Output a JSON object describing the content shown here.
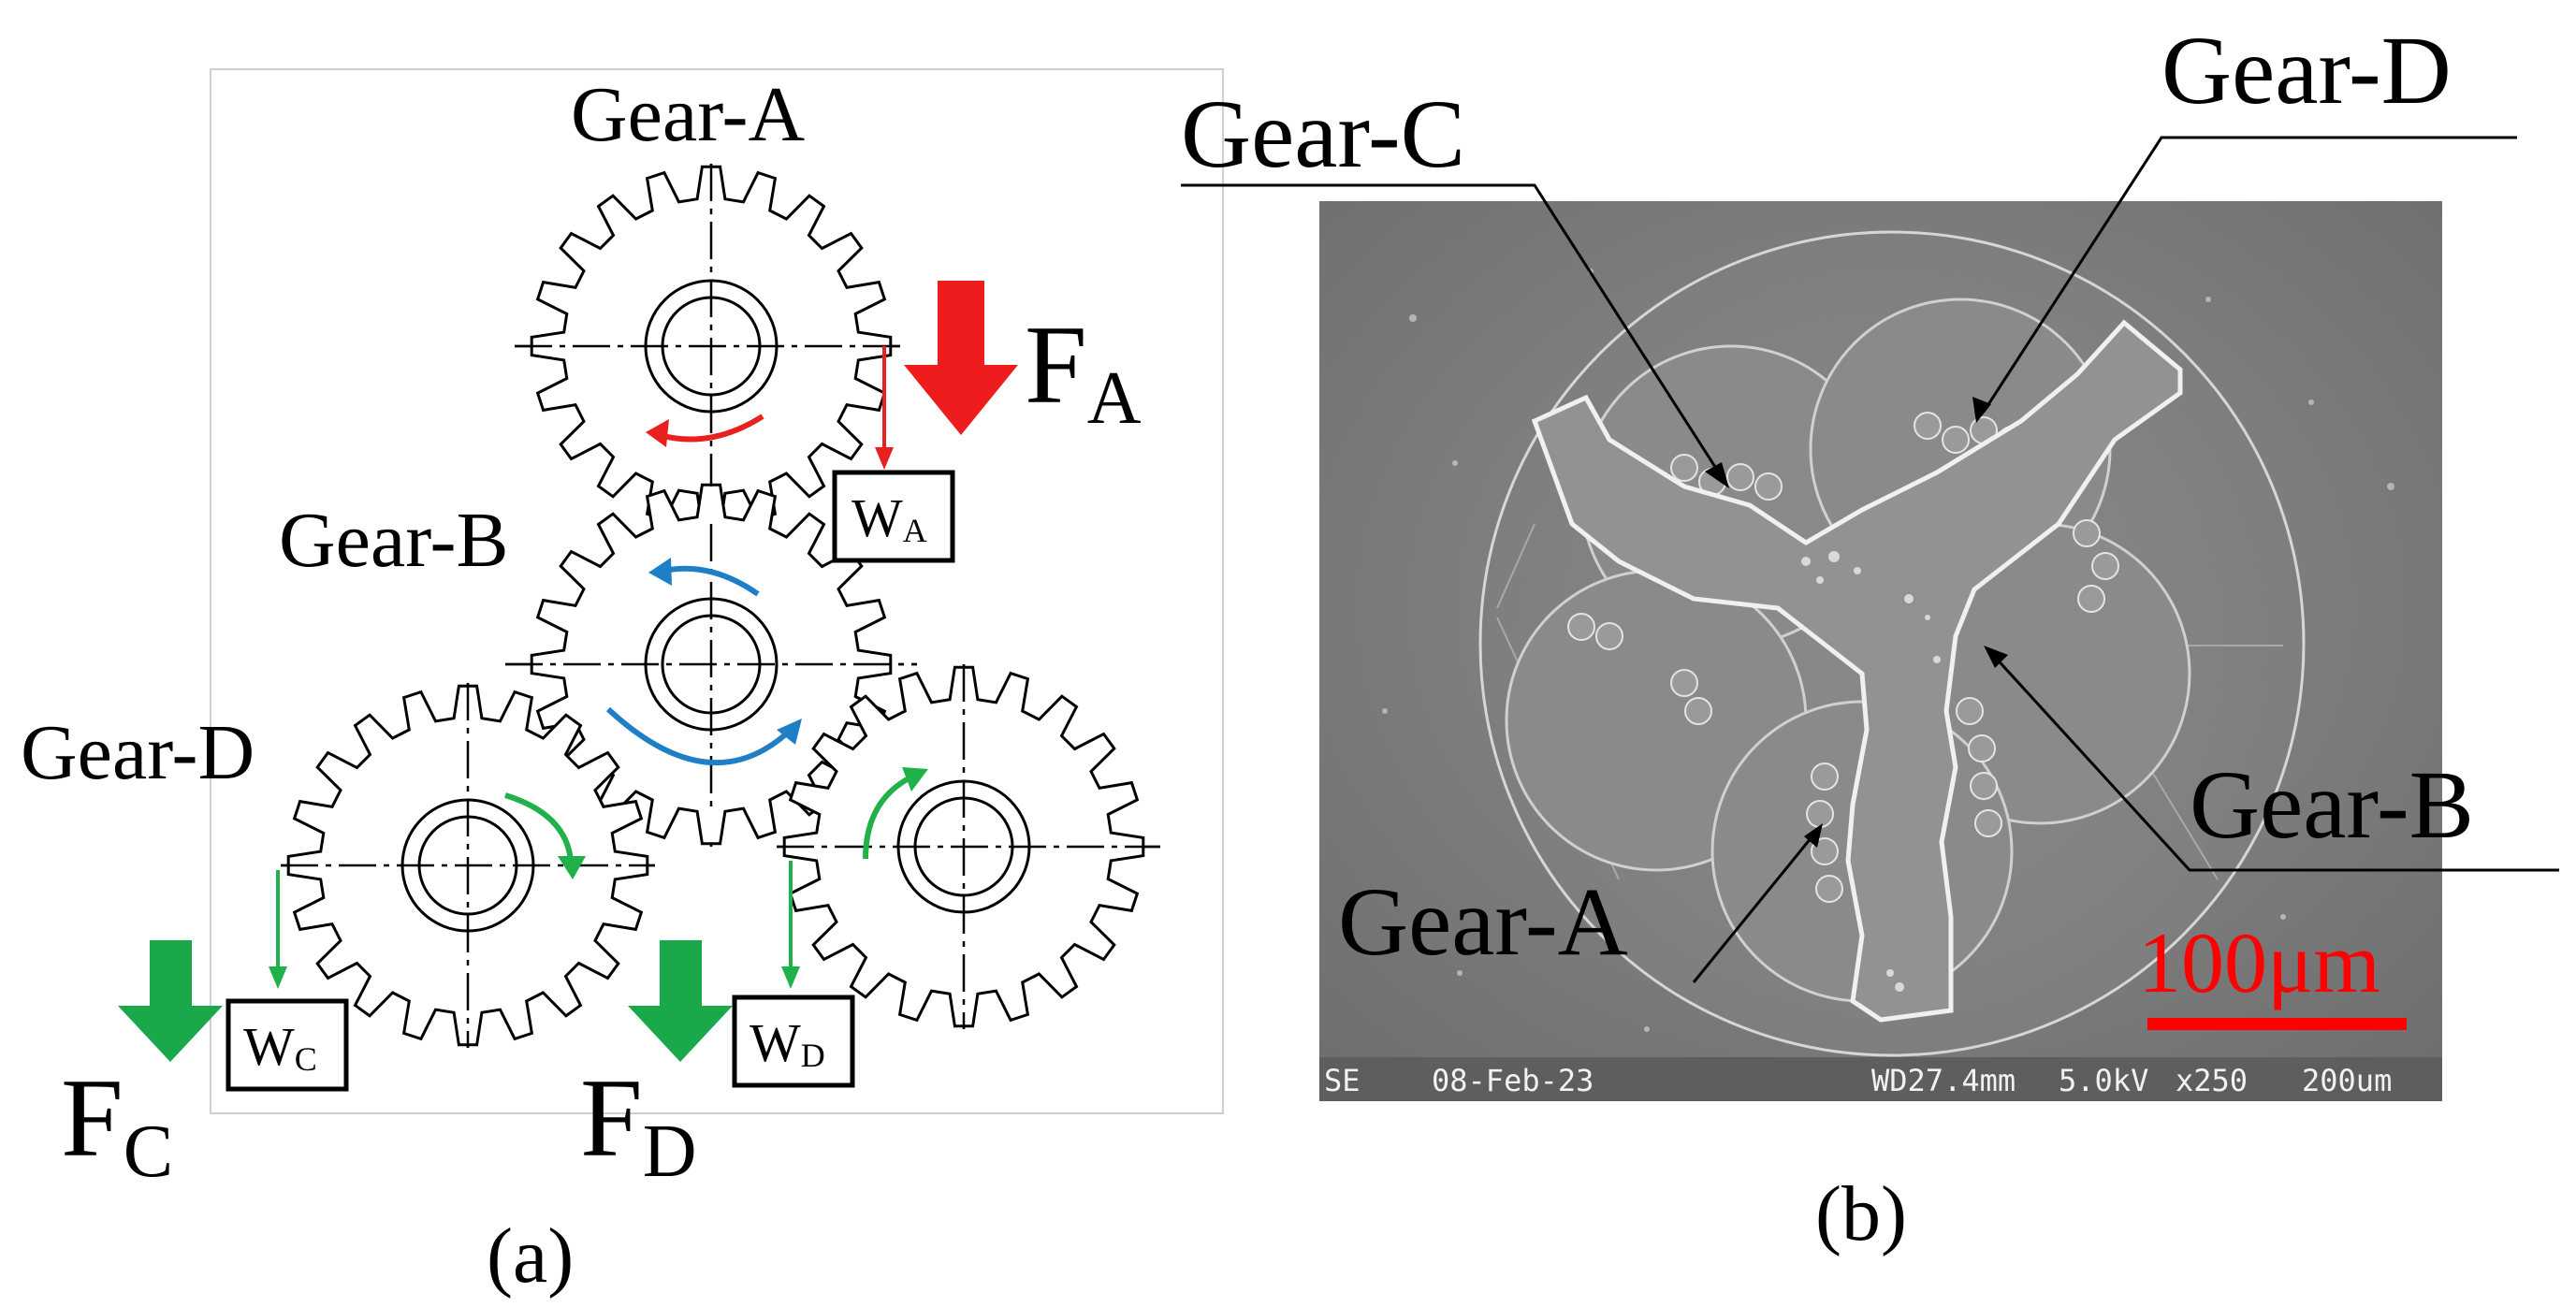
{
  "panel_a": {
    "caption": "(a)",
    "gears": [
      {
        "id": "A",
        "label": "Gear-A",
        "teeth": 20
      },
      {
        "id": "B",
        "label": "Gear-B",
        "teeth": 20
      },
      {
        "id": "C",
        "label": "",
        "teeth": 20
      },
      {
        "id": "D",
        "label": "Gear-D",
        "teeth": 20
      }
    ],
    "forces": {
      "FA_main": "F",
      "FA_sub": "A",
      "FC_main": "F",
      "FC_sub": "C",
      "FD_main": "F",
      "FD_sub": "D"
    },
    "weights": {
      "WA_main": "W",
      "WA_sub": "A",
      "WC_main": "W",
      "WC_sub": "C",
      "WD_main": "W",
      "WD_sub": "D"
    },
    "colors": {
      "gear_a_arrow": "#e8211f",
      "gear_b_arrow": "#1f7fc6",
      "gear_cd_arrow": "#21b14a",
      "force_a": "#ee1c1c",
      "force_cd": "#19a84a"
    }
  },
  "panel_b": {
    "caption": "(b)",
    "labels": {
      "gear_a": "Gear-A",
      "gear_b": "Gear-B",
      "gear_c": "Gear-C",
      "gear_d": "Gear-D"
    },
    "scale_bar": {
      "label": "100μm",
      "color": "#ff0000"
    },
    "sem_info": {
      "mode": "SE",
      "date": "08-Feb-23",
      "wd": "WD27.4mm",
      "kv": "5.0kV",
      "mag": "x250",
      "scale": "200um"
    }
  }
}
